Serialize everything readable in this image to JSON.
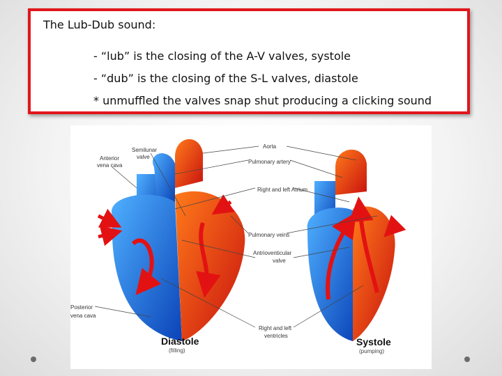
{
  "slide": {
    "title": "The Lub-Dub sound:",
    "lines": [
      "- “lub” is the closing of the A-V valves, systole",
      "- “dub”  is the closing of the S-L valves, diastole",
      "* unmuffled the valves snap shut producing a clicking sound"
    ]
  },
  "diagram": {
    "labels": {
      "semilunar": "Semilunar",
      "semilunar2": "valve",
      "anterior": "Anterior",
      "anterior2": "vena cava",
      "posterior": "Posterior",
      "posterior2": "vena cava",
      "aorta": "Aorta",
      "pulmonary_artery": "Pulmonary artery",
      "atrium": "Right and left Atrium",
      "pulmonary_veins": "Pulmonary veins",
      "av_valve": "Antrioventicular",
      "av_valve2": "valve",
      "ventricles": "Right and left",
      "ventricles2": "ventricles"
    },
    "diastole": {
      "title": "Diastole",
      "subtitle": "(filling)"
    },
    "systole": {
      "title": "Systole",
      "subtitle": "(pumping)"
    }
  }
}
